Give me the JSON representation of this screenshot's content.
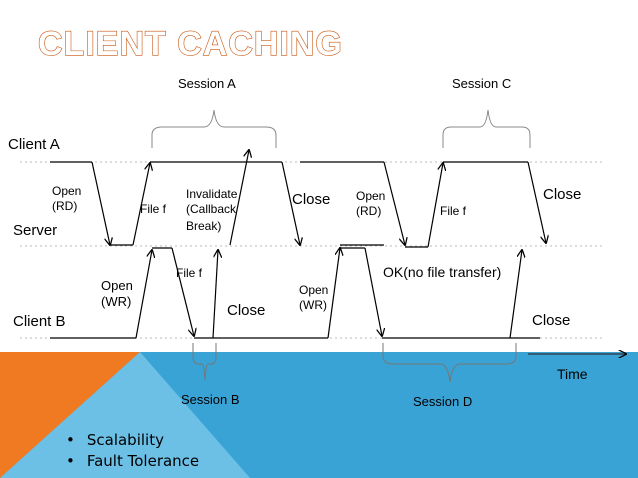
{
  "title": "CLIENT CACHING",
  "sessions": {
    "a": "Session A",
    "b": "Session B",
    "c": "Session C",
    "d": "Session D"
  },
  "lanes": {
    "client_a": "Client A",
    "server": "Server",
    "client_b": "Client B"
  },
  "labels": {
    "open_rd_1": [
      "Open",
      "(RD)"
    ],
    "file_f_1": "File f",
    "invalidate": [
      "Invalidate",
      "(Callback",
      "Break)"
    ],
    "close_a1": "Close",
    "open_rd_2": [
      "Open",
      "(RD)"
    ],
    "file_f_2": "File f",
    "close_a2": "Close",
    "open_wr_1": [
      "Open",
      "(WR)"
    ],
    "file_f_3": "File f",
    "close_b1": "Close",
    "open_wr_2": [
      "Open",
      "(WR)"
    ],
    "ok_no_transfer": "OK(no file transfer)",
    "close_b2": "Close"
  },
  "time_label": "Time",
  "bullets": [
    "Scalability",
    "Fault Tolerance"
  ],
  "colors": {
    "background_blue": "#3aa3d6",
    "triangle_orange": "#f07a22",
    "triangle_light": "#6cc0e6",
    "title_fill": "#ffffff",
    "title_stroke": "#c8550f"
  }
}
